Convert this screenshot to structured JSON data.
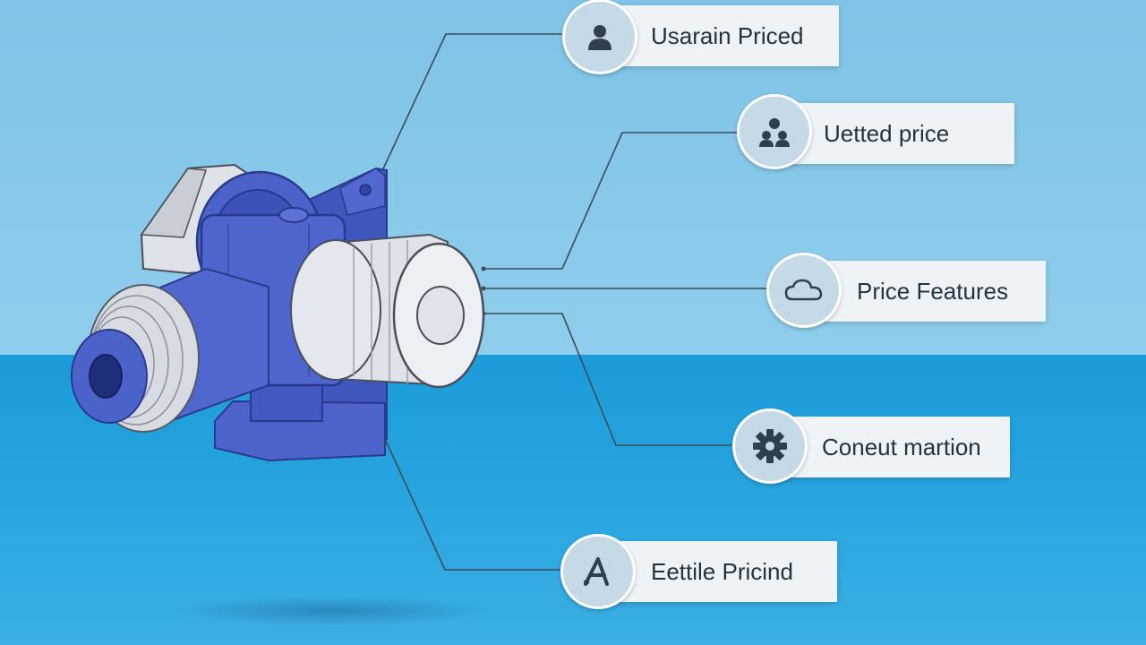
{
  "callouts": [
    {
      "label": "Usarain Priced",
      "icon": "user-icon"
    },
    {
      "label": "Uetted price",
      "icon": "users-icon"
    },
    {
      "label": "Price Features",
      "icon": "cloud-icon"
    },
    {
      "label": "Coneut martion",
      "icon": "gear-icon"
    },
    {
      "label": "Eettile Pricind",
      "icon": "letter-a-icon"
    }
  ],
  "colors": {
    "sky": "#8fcdec",
    "floor": "#1b9bd8",
    "part_blue": "#4a62c9",
    "part_gray": "#dcdfe6",
    "callout_bg": "#eef3f7",
    "icon_bg": "#c6d9e7",
    "icon_fg": "#2f3f4f"
  }
}
